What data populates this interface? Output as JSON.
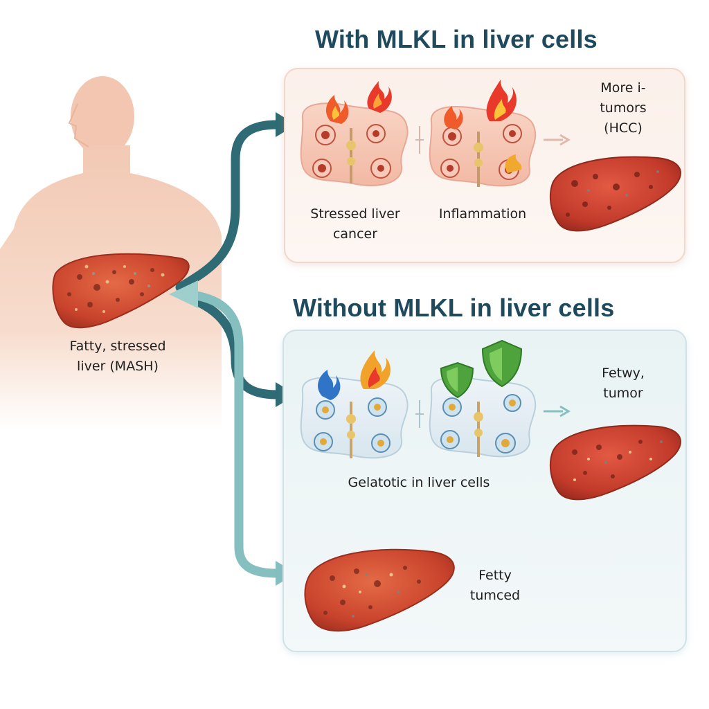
{
  "headings": {
    "with_mlkl": "With MLKL in liver cells",
    "without_mlkl": "Without MLKL in liver cells"
  },
  "person": {
    "liver_label_line1": "Fatty, stressed",
    "liver_label_line2": "liver (MASH)"
  },
  "with_panel": {
    "cell1_label_line1": "Stressed liver",
    "cell1_label_line2": "cancer",
    "cell2_label": "Inflammation",
    "outcome_line1": "More i-",
    "outcome_line2": "tumors",
    "outcome_line3": "(HCC)"
  },
  "without_panel": {
    "cells_label": "Gelatotic in liver cells",
    "outcome_line1": "Fetwy,",
    "outcome_line2": "tumor",
    "lower_outcome_line1": "Fetty",
    "lower_outcome_line2": "tumced"
  },
  "colors": {
    "heading": "#1f4a5e",
    "arrow_dark": "#2f6b74",
    "arrow_light": "#86bfc0",
    "liver": "#c9432c",
    "silhouette": "#f6d7c6"
  }
}
